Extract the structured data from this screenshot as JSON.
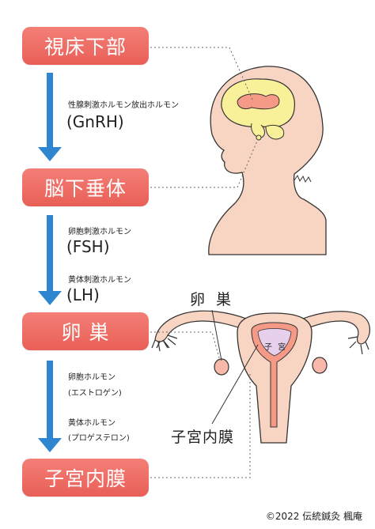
{
  "stages": {
    "hypothalamus": "視床下部",
    "pituitary": "脳下垂体",
    "ovary": "卵 巣",
    "endometrium": "子宮内膜"
  },
  "hormones": {
    "gnrh_name": "性腺刺激ホルモン放出ホルモン",
    "gnrh_abbr": "(GnRH)",
    "fsh_name": "卵胞刺激ホルモン",
    "fsh_abbr": "(FSH)",
    "lh_name": "黄体刺激ホルモン",
    "lh_abbr": "(LH)",
    "estrogen_name": "卵胞ホルモン",
    "estrogen_sub": "(エストロゲン)",
    "progesterone_name": "黄体ホルモン",
    "progesterone_sub": "(プロゲステロン)"
  },
  "anatomy_labels": {
    "ovary": "卵 巣",
    "uterus": "子 宮",
    "endometrium": "子宮内膜"
  },
  "footer": "©2022 伝統鍼灸 楓庵",
  "colors": {
    "box": "#ec6a62",
    "arrow": "#2e86d1",
    "skin": "#f8d5c2",
    "brain": "#f9f19a",
    "ventricle": "#f59a86"
  }
}
